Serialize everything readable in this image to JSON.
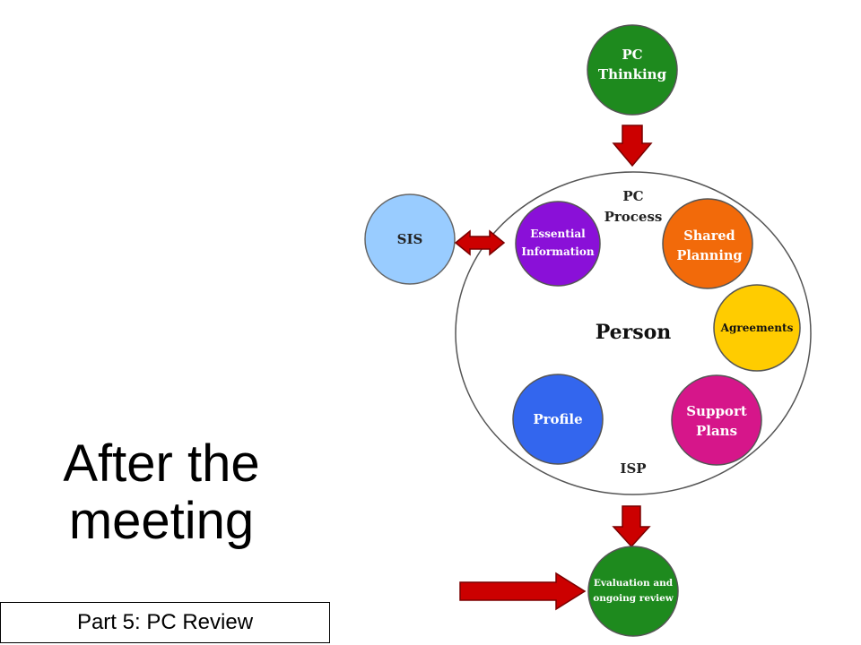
{
  "slide": {
    "title_line1": "After the",
    "title_line2": "meeting",
    "footer": "Part 5: PC Review"
  },
  "diagram": {
    "pc_thinking": {
      "line1": "PC",
      "line2": "Thinking"
    },
    "pc_process": {
      "line1": "PC",
      "line2": "Process"
    },
    "sis": "SIS",
    "essential_information": {
      "line1": "Essential",
      "line2": "Information"
    },
    "shared_planning": {
      "line1": "Shared",
      "line2": "Planning"
    },
    "person": "Person",
    "agreements": "Agreements",
    "profile": "Profile",
    "support_plans": {
      "line1": "Support",
      "line2": "Plans"
    },
    "isp": "ISP",
    "evaluation": {
      "line1": "Evaluation and",
      "line2": "ongoing review"
    }
  },
  "colors": {
    "dark_green": "#1e8a1e",
    "purple": "#8a10d8",
    "orange": "#f26a0a",
    "gold": "#ffcc00",
    "blue": "#3366ee",
    "magenta": "#d6168a",
    "light_blue": "#99ccff",
    "arrow_red": "#cc0000"
  }
}
